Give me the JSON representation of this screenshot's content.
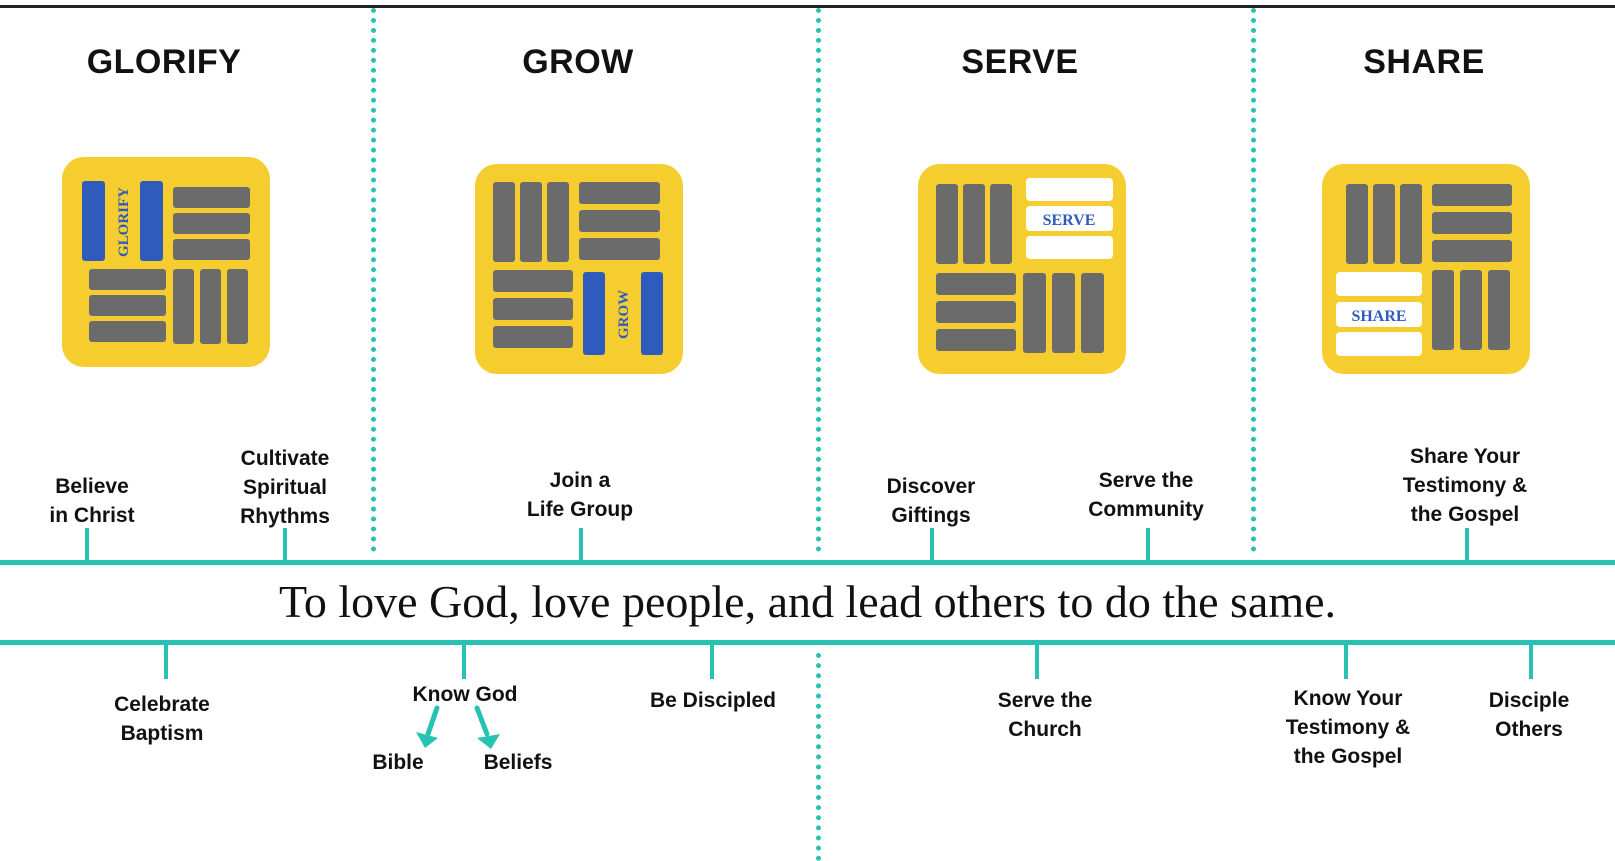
{
  "colors": {
    "accent": "#28c2b3",
    "icon_bg": "#f6cd2f",
    "icon_bar": "#6b6b6b",
    "highlight": "#2f5bbd",
    "text": "#111111"
  },
  "pillars": [
    {
      "title": "GLORIFY",
      "icon": "glorify-grid-icon",
      "icon_label": "GLORIFY"
    },
    {
      "title": "GROW",
      "icon": "grow-grid-icon",
      "icon_label": "GROW"
    },
    {
      "title": "SERVE",
      "icon": "serve-grid-icon",
      "icon_label": "SERVE"
    },
    {
      "title": "SHARE",
      "icon": "share-grid-icon",
      "icon_label": "SHARE"
    }
  ],
  "upper_steps": [
    "Believe\nin Christ",
    "Cultivate\nSpiritual\nRhythms",
    "Join a\nLife Group",
    "Discover\nGiftings",
    "Serve the\nCommunity",
    "Share Your\nTestimony &\nthe Gospel"
  ],
  "mission": "To love God, love people, and lead others to do the same.",
  "lower_steps": [
    "Celebrate\nBaptism",
    "Know God",
    "Be Discipled",
    "Serve the\nChurch",
    "Know Your\nTestimony &\nthe Gospel",
    "Disciple\nOthers"
  ],
  "know_god_branches": [
    "Bible",
    "Beliefs"
  ]
}
